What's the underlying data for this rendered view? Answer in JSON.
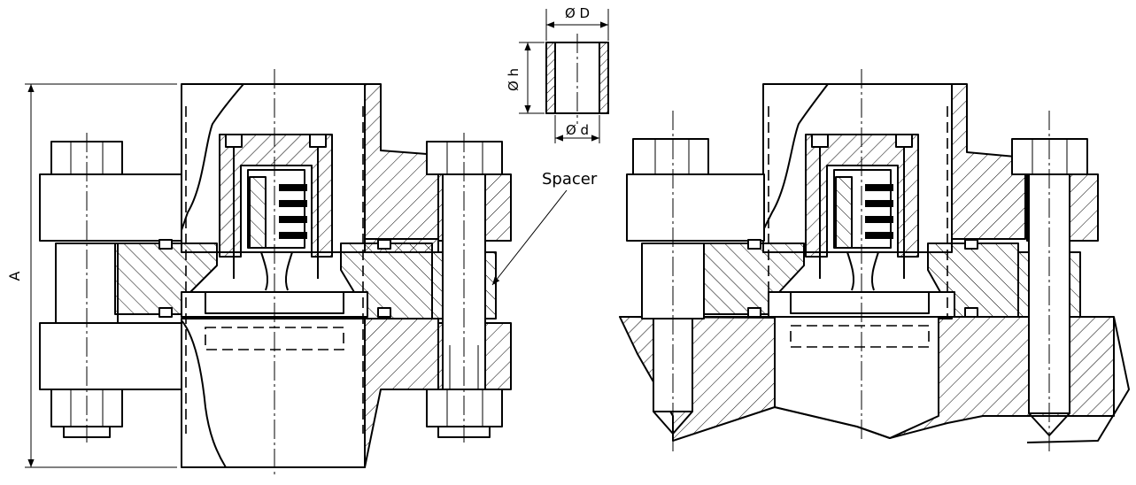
{
  "labels": {
    "outer_diameter": "Ø D",
    "height": "Ø h",
    "inner_diameter": "Ø d",
    "spacer": "Spacer",
    "overall_dimension": "A"
  }
}
